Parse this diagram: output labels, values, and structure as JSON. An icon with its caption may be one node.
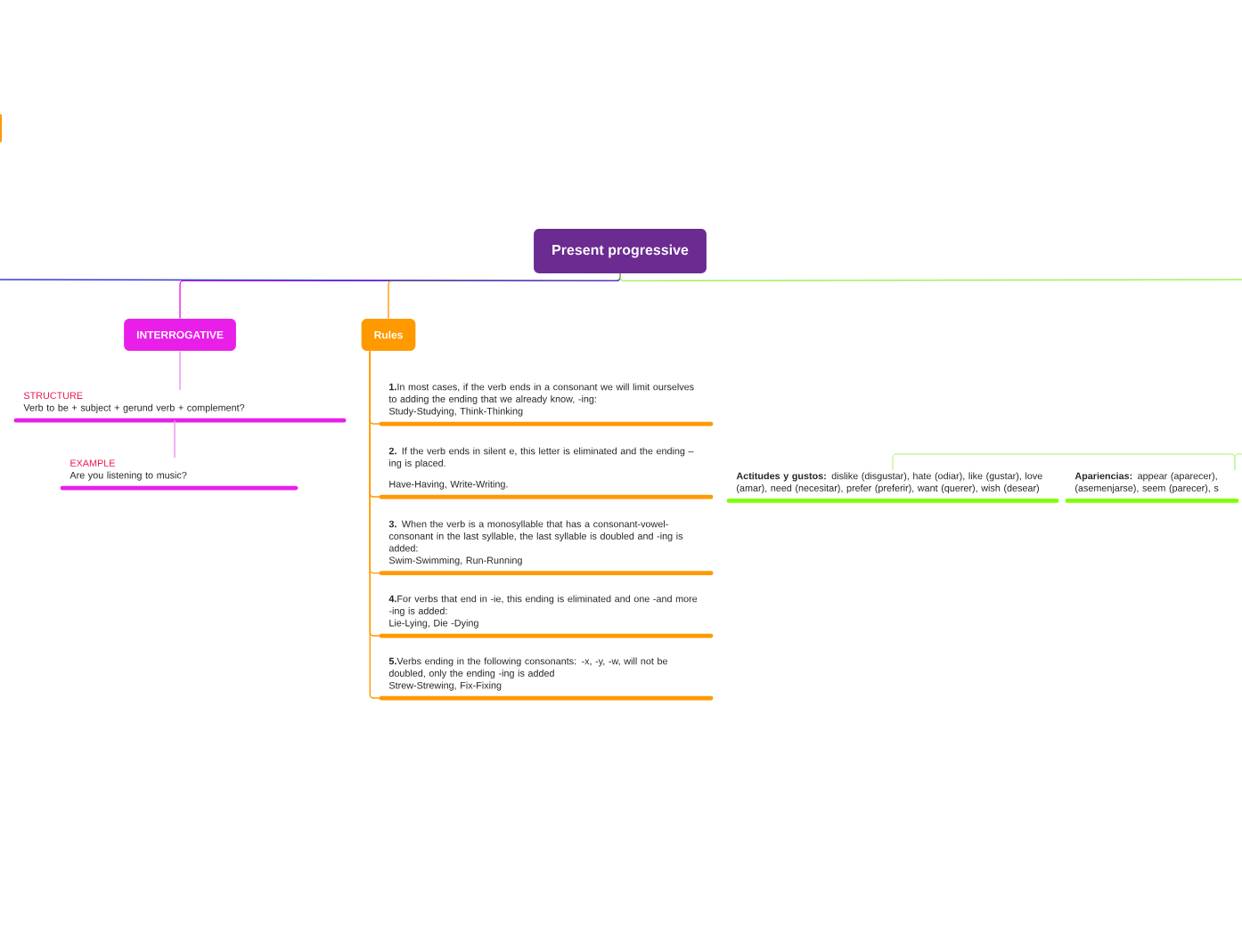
{
  "diagram": {
    "nodes": [
      {
        "text": [
          "Present progressive"
        ]
      },
      {
        "text": [
          "INTERROGATIVE"
        ]
      },
      {
        "text": [
          "STRUCTURE",
          "Verb to be + subject + gerund verb + complement?"
        ]
      },
      {
        "text": [
          "EXAMPLE",
          "Are you listening to music?"
        ]
      },
      {
        "text": [
          "Rules"
        ]
      },
      {
        "text": [
          "**1.**In most cases, if the verb ends in a consonant we will limit ourselves to adding the ending that we already know, -ing:",
          "Study-Studying, Think-Thinking"
        ]
      },
      {
        "text": [
          "**2.** If the verb ends in silent e, this letter is eliminated and the ending –ing is placed.",
          "Have-Having, Write-Writing."
        ]
      },
      {
        "text": [
          "**3.** When the verb is a monosyllable that has a consonant-vowel-consonant in the last syllable, the last syllable is doubled and -ing is added:",
          "Swim-Swimming, Run-Running"
        ]
      },
      {
        "text": [
          "**4.**For verbs that end in -ie, this ending is eliminated and one -and more -ing is added:",
          "Lie-Lying, Die -Dying"
        ]
      },
      {
        "text": [
          "**5.**Verbs ending in the following consonants: -x, -y, -w, will not be doubled, only the ending -ing is added",
          "Strew-Strewing, Fix-Fixing"
        ]
      },
      {
        "text": [
          "**Actitudes y gustos:** dislike (disgustar), hate (odiar), like (gustar), love (amar), need (necesitar), prefer (preferir), want (querer), wish (desear)"
        ]
      },
      {
        "text": [
          "**Apariencias:** appear (aparecer), (asemenjarse), seem (parecer), s"
        ]
      },
      {
        "text": [],
        "shape": "box"
      }
    ],
    "edges": [
      {
        "from": 0,
        "to": 1,
        "arrow": "none",
        "color": "#e91ee8"
      },
      {
        "from": 0,
        "to": 4,
        "arrow": "none"
      },
      {
        "from": 0,
        "to": null,
        "arrow": "none",
        "color": "#3a3ad8"
      },
      {
        "from": 0,
        "to": null,
        "arrow": "none",
        "color": "#a6ee5a"
      },
      {
        "from": 1,
        "to": 2,
        "arrow": "none",
        "color": "#f08ef0"
      },
      {
        "from": 2,
        "to": 3,
        "arrow": "none",
        "color": "#f08ef0"
      },
      {
        "from": 4,
        "to": 5,
        "arrow": "none"
      },
      {
        "from": 4,
        "to": 6,
        "arrow": "none"
      },
      {
        "from": 4,
        "to": 7,
        "arrow": "none"
      },
      {
        "from": 4,
        "to": 8,
        "arrow": "none"
      },
      {
        "from": 4,
        "to": 9,
        "arrow": "none"
      },
      {
        "from": 11,
        "to": 10,
        "arrow": "none",
        "color": "#c8f5a0"
      },
      {
        "from": null,
        "to": 11,
        "arrow": "none",
        "color": "#c8f5a0"
      }
    ]
  }
}
